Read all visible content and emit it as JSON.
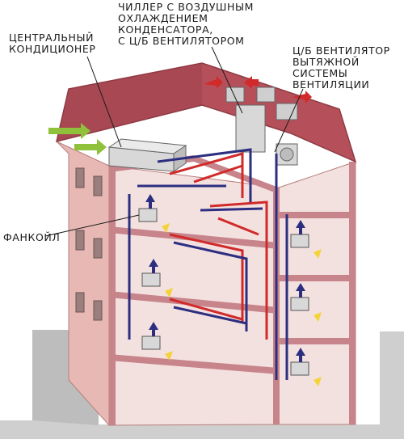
{
  "labels": {
    "chiller": "ЧИЛЛЕР С ВОЗДУШНЫМ\nОХЛАЖДЕНИЕМ\nКОНДЕНСАТОРА,\nС Ц/Б ВЕНТИЛЯТОРОМ",
    "central_ac": "ЦЕНТРАЛЬНЫЙ\nКОНДИЦИОНЕР",
    "exhaust_fan": "Ц/Б ВЕНТИЛЯТОР\nВЫТЯЖНОЙ\nСИСТЕМЫ\nВЕНТИЛЯЦИИ",
    "fancoil": "ФАНКОЙЛ"
  },
  "colors": {
    "roof": "#b5505a",
    "roof_dark": "#8e3a44",
    "wall": "#e8b9b4",
    "wall_shade": "#d49a95",
    "floor_slab": "#c7848b",
    "interior": "#f3e1e0",
    "ground": "#cfcfcf",
    "cold_pipe": "#2c2e80",
    "hot_pipe": "#d12a2a",
    "supply_air": "#8fc13a",
    "warm_arrow": "#f4d33a",
    "unit": "#d8d8d8"
  }
}
